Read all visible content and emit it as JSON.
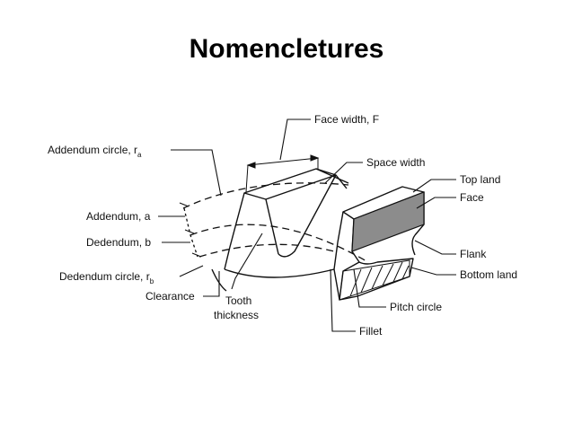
{
  "title": "Nomencletures",
  "colors": {
    "face_fill": "#8c8c8c",
    "line": "#111111",
    "background": "#ffffff"
  },
  "labels": {
    "face_width": "Face width, F",
    "space_width": "Space width",
    "top_land": "Top land",
    "face": "Face",
    "flank": "Flank",
    "bottom_land": "Bottom land",
    "pitch_circle": "Pitch circle",
    "fillet": "Fillet",
    "tooth_thickness_line1": "Tooth",
    "tooth_thickness_line2": "thickness",
    "clearance": "Clearance",
    "dedendum_circle": "Dedendum circle, r",
    "dedendum_circle_sub": "b",
    "dedendum": "Dedendum, b",
    "addendum": "Addendum, a",
    "addendum_circle": "Addendum circle, r",
    "addendum_circle_sub": "a"
  }
}
